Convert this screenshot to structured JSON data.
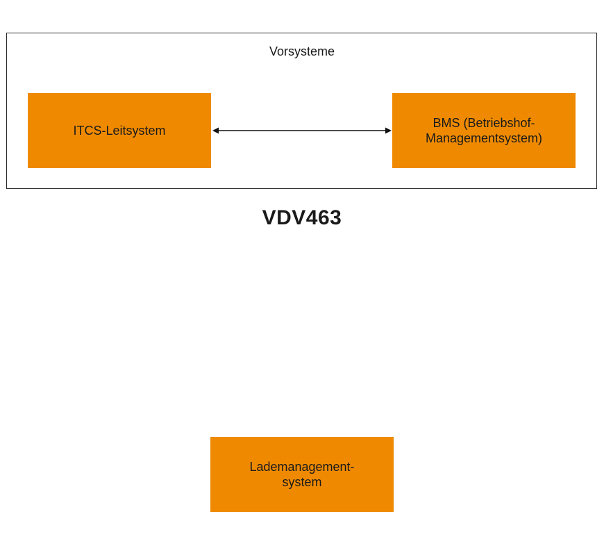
{
  "group": {
    "title": "Vorsysteme"
  },
  "nodes": {
    "itcs": {
      "label": "ITCS-Leitsystem"
    },
    "bms": {
      "line1": "BMS (Betriebshof-",
      "line2": "Managementsystem)"
    },
    "lade": {
      "line1": "Lademanagement-",
      "line2": "system"
    }
  },
  "protocol": {
    "label": "VDV463"
  },
  "colors": {
    "node_fill": "#ef8a00",
    "frame_stroke": "#2a2a2a",
    "text": "#1a1a1a"
  }
}
